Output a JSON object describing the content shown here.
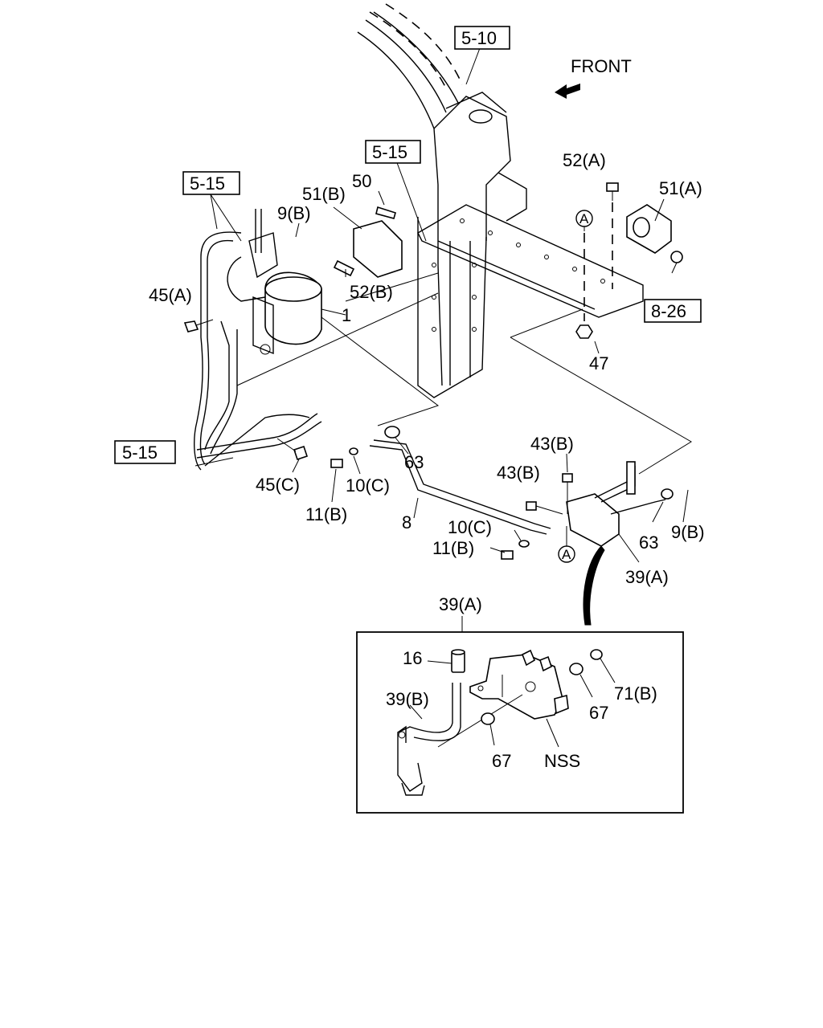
{
  "direction": {
    "label": "FRONT"
  },
  "references": [
    {
      "id": "ref-5-10",
      "text": "5-10"
    },
    {
      "id": "ref-5-15-top",
      "text": "5-15"
    },
    {
      "id": "ref-5-15-left",
      "text": "5-15"
    },
    {
      "id": "ref-5-15-bottom",
      "text": "5-15"
    },
    {
      "id": "ref-8-26",
      "text": "8-26"
    }
  ],
  "callouts": {
    "c52a": "52(A)",
    "c51a": "51(A)",
    "c50": "50",
    "c51b": "51(B)",
    "c9b_top": "9(B)",
    "c45a": "45(A)",
    "c52b": "52(B)",
    "c1": "1",
    "c47": "47",
    "c45c": "45(C)",
    "c63_left": "63",
    "c10c_top": "10(C)",
    "c11b_top": "11(B)",
    "c43b_top": "43(B)",
    "c43b_mid": "43(B)",
    "c8": "8",
    "c10c_bot": "10(C)",
    "c11b_bot": "11(B)",
    "c63_right": "63",
    "c9b_right": "9(B)",
    "c39a_side": "39(A)",
    "c39a_detail": "39(A)",
    "c16": "16",
    "c39b": "39(B)",
    "c71b": "71(B)",
    "c67_right": "67",
    "c67_left": "67",
    "cNSS": "NSS",
    "marker_a_top": "A",
    "marker_a_bot": "A"
  }
}
